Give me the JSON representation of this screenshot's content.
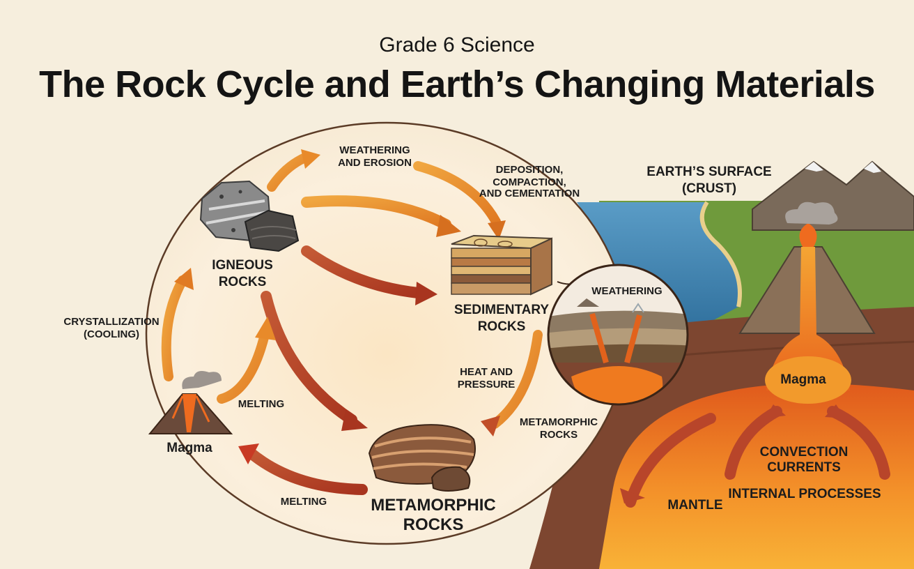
{
  "header": {
    "subtitle": "Grade 6 Science",
    "title": "The Rock Cycle and Earth’s Changing Materials"
  },
  "nodes": {
    "igneous": [
      "IGNEOUS",
      "ROCKS"
    ],
    "sedimentary": [
      "SEDIMENTARY",
      "ROCKS"
    ],
    "metamorphic": [
      "METAMORPHIC",
      "ROCKS"
    ],
    "magma": "Magma"
  },
  "processes": {
    "weathering_erosion": [
      "WEATHERING",
      "AND EROSION"
    ],
    "deposition": [
      "DEPOSITION,",
      "COMPACTION,",
      "AND CEMENTATION"
    ],
    "heat_pressure": [
      "HEAT AND",
      "PRESSURE"
    ],
    "melting_upper": "MELTING",
    "melting_lower": "MELTING",
    "crystallization": [
      "CRYSTALLIZATION",
      "(COOLING)"
    ]
  },
  "cross_section": {
    "surface": [
      "EARTH’S SURFACE",
      "(CRUST)"
    ],
    "magma": "Magma",
    "convection": [
      "CONVECTION",
      "CURRENTS"
    ],
    "internal": "INTERNAL PROCESSES",
    "mantle": "MANTLE"
  },
  "inset": {
    "weathering": "WEATHERING",
    "metamorphic": [
      "METAMORPHIC",
      "ROCKS"
    ]
  },
  "colors": {
    "background": "#f6eedd",
    "arrow_orange": "#e88a2a",
    "arrow_red": "#b8402a",
    "magma": "#f07a1c",
    "ocean": "#3f86b5",
    "grass": "#6f9a3c"
  }
}
